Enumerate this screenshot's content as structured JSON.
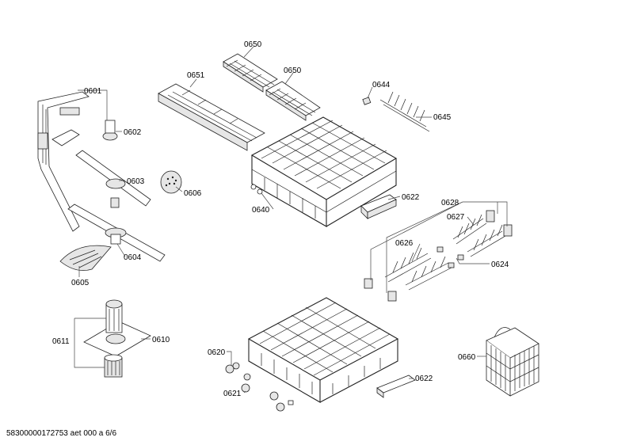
{
  "parts": {
    "p0650a": "0650",
    "p0650b": "0650",
    "p0651": "0651",
    "p0644": "0644",
    "p0645": "0645",
    "p0601": "0601",
    "p0602": "0602",
    "p0603": "0603",
    "p0606": "0606",
    "p0640": "0640",
    "p0622a": "0622",
    "p0628": "0628",
    "p0627": "0627",
    "p0626": "0626",
    "p0624": "0624",
    "p0604": "0604",
    "p0605": "0605",
    "p0611": "0611",
    "p0610": "0610",
    "p0620": "0620",
    "p0621": "0621",
    "p0622b": "0622",
    "p0660": "0660"
  },
  "footer": "58300000172753 aet 000 a 6/6"
}
